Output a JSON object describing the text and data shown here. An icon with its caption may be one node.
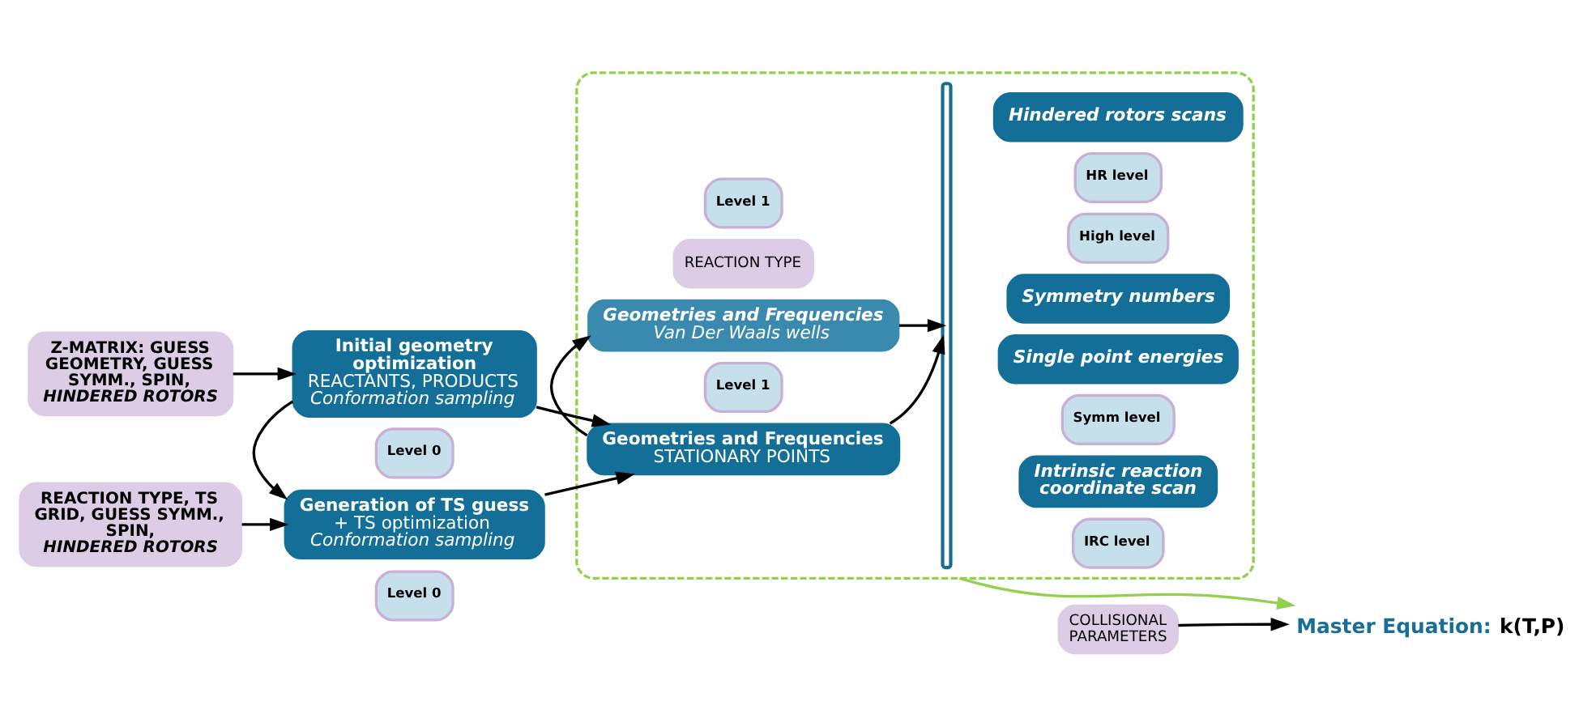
{
  "diagram": {
    "nodes": [
      {
        "text": [
          "Z-MATRIX: GUESS GEOMETRY, GUESS SYMM., SPIN,",
          "HINDERED ROTORS"
        ]
      },
      {
        "text": [
          "REACTION TYPE, TS GRID, GUESS SYMM., SPIN,",
          "HINDERED ROTORS"
        ]
      },
      {
        "text": [
          "Initial geometry optimization",
          "REACTANTS, PRODUCTS",
          "Conformation sampling"
        ]
      },
      {
        "text": [
          "Level 0"
        ]
      },
      {
        "text": [
          "Generation of TS guess",
          "+ TS optimization",
          "Conformation sampling"
        ]
      },
      {
        "text": [
          "Level 0"
        ]
      },
      {
        "text": [],
        "shape": "box"
      },
      {
        "text": [
          "Geometries and Frequencies",
          "STATIONARY POINTS"
        ],
        "in": 6
      },
      {
        "text": [
          "Level 1"
        ],
        "in": 6
      },
      {
        "text": [
          "REACTION TYPE"
        ],
        "in": 6
      },
      {
        "text": [
          "Geometries and Frequencies",
          "Van Der Waals wells"
        ],
        "in": 6
      },
      {
        "text": [
          "Level 1"
        ],
        "in": 6
      },
      {
        "text": [],
        "shape": "bracket",
        "in": 6
      },
      {
        "text": [
          "Hindered rotors scans"
        ],
        "in": 6
      },
      {
        "text": [
          "HR level"
        ],
        "in": 6
      },
      {
        "text": [
          "Single point energies"
        ],
        "in": 6
      },
      {
        "text": [
          "High level"
        ],
        "in": 6
      },
      {
        "text": [
          "Symmetry numbers"
        ],
        "in": 6
      },
      {
        "text": [
          "Symm level"
        ],
        "in": 6
      },
      {
        "text": [
          "Intrinsic reaction coordinate scan"
        ],
        "in": 6
      },
      {
        "text": [
          "IRC level"
        ],
        "in": 6
      },
      {
        "text": [
          "COLLISIONAL PARAMETERS"
        ]
      },
      {
        "text": [
          "Master Equation:",
          "k(T,P)"
        ]
      }
    ],
    "edges": [
      {
        "from": 0,
        "to": 2,
        "arrow": "to"
      },
      {
        "from": 1,
        "to": 4,
        "arrow": "to"
      },
      {
        "from": 2,
        "to": 4,
        "arrow": "to"
      },
      {
        "from": 2,
        "to": 7,
        "arrow": "to"
      },
      {
        "from": 4,
        "to": 7,
        "arrow": "to"
      },
      {
        "from": 7,
        "to": 10,
        "arrow": "to"
      },
      {
        "from": 7,
        "to": 12,
        "arrow": "to"
      },
      {
        "from": 10,
        "to": 12,
        "arrow": "to"
      },
      {
        "from": 6,
        "to": 22,
        "arrow": "to",
        "color": "#92d050"
      },
      {
        "from": 21,
        "to": 22,
        "arrow": "to"
      }
    ]
  }
}
